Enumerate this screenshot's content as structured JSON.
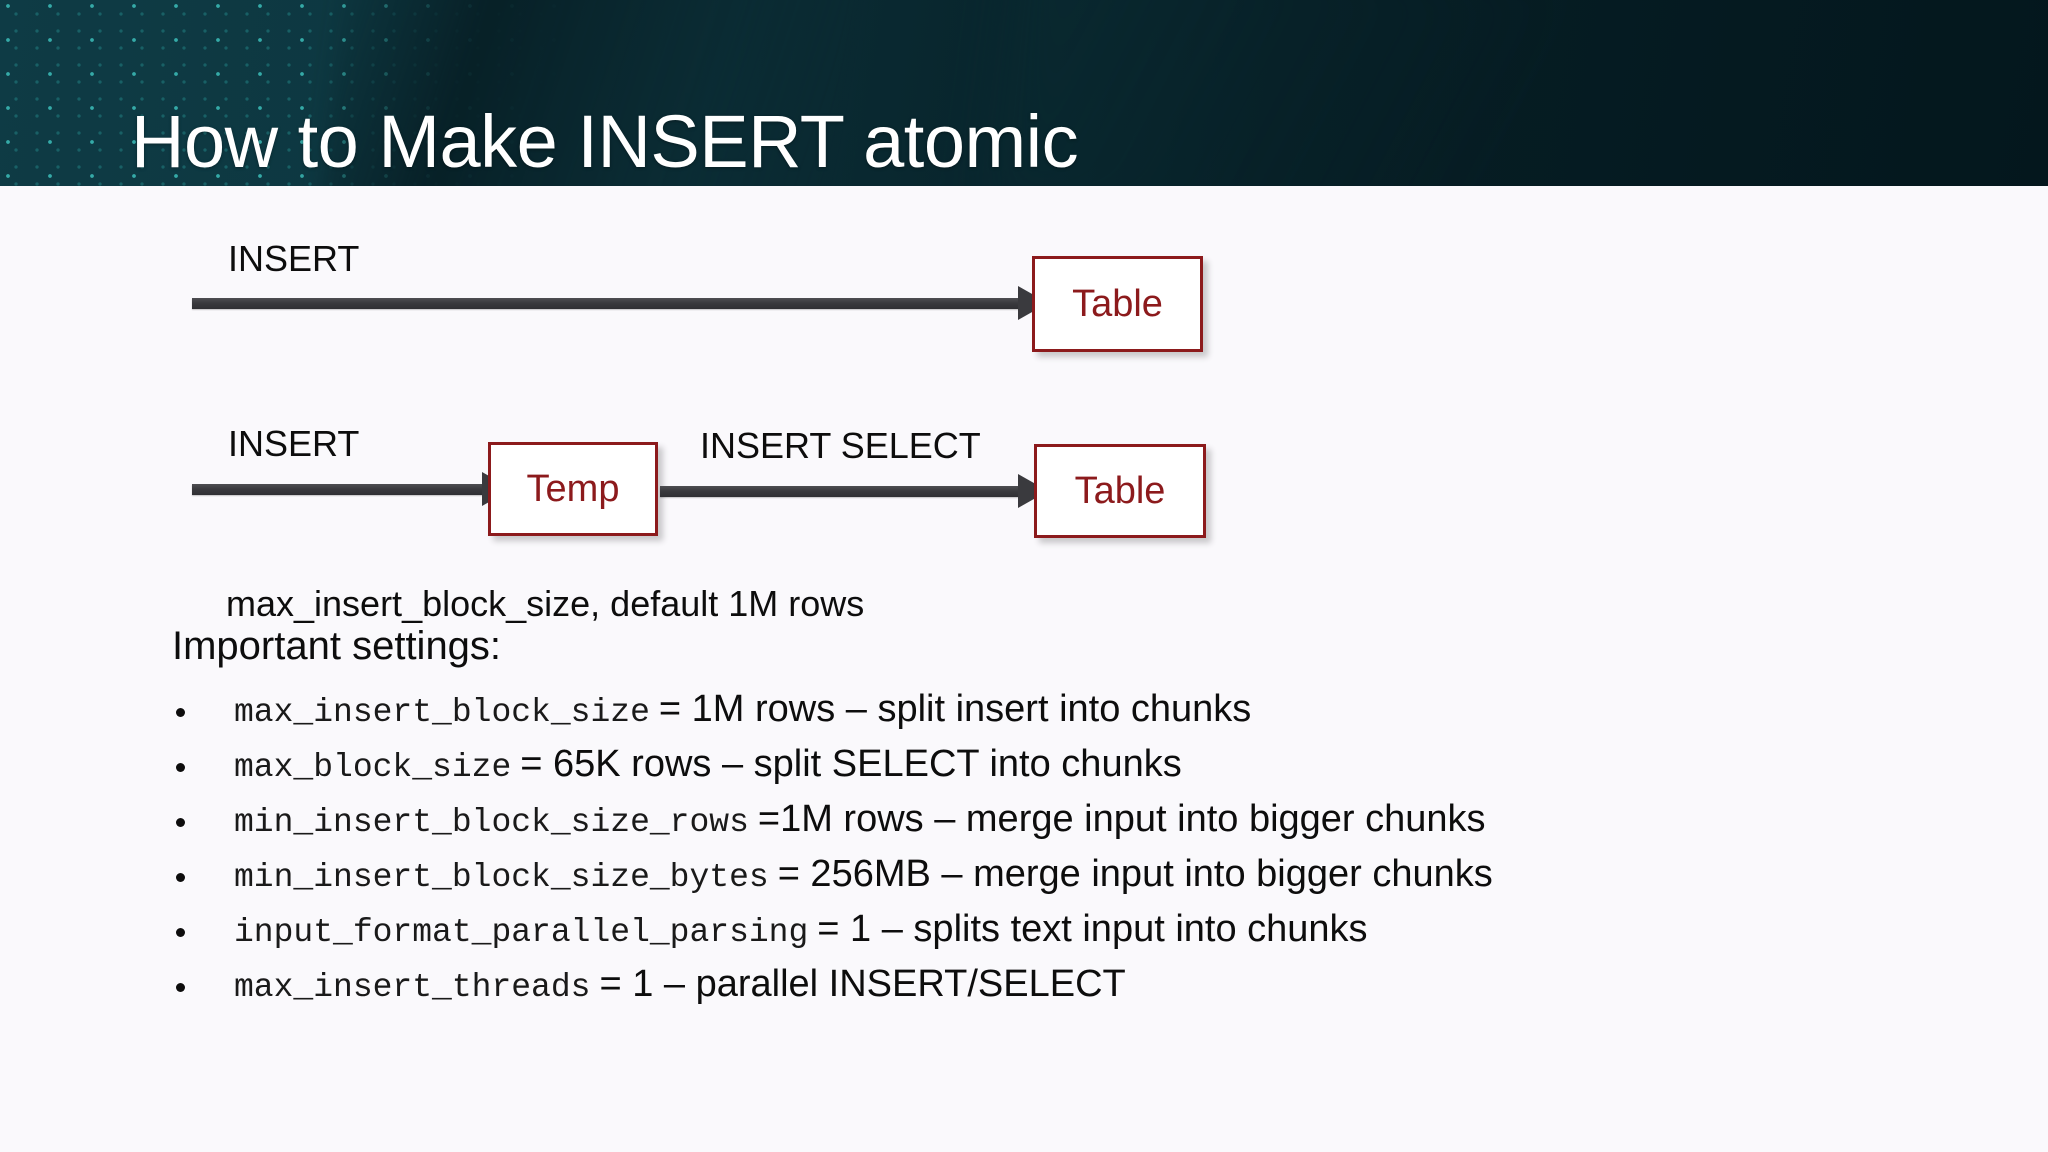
{
  "slide": {
    "title": "How to Make INSERT atomic",
    "background_color": "#faf9fc",
    "header_color": "#0a2b33",
    "accent_color": "#8c1a1c",
    "arrow_color": "#3a3a3e"
  },
  "diagram": {
    "row1": {
      "arrow_label": "INSERT",
      "caption": "max_insert_block_size, default 1M rows",
      "target_node": "Table"
    },
    "row2": {
      "arrow_label": "INSERT",
      "middle_node": "Temp",
      "arrow2_label": "INSERT SELECT",
      "target_node": "Table"
    }
  },
  "settings": {
    "heading": "Important settings:",
    "items": [
      {
        "name": "max_insert_block_size",
        "desc": "= 1M rows – split insert into chunks"
      },
      {
        "name": "max_block_size",
        "desc": "= 65K rows – split SELECT into chunks"
      },
      {
        "name": "min_insert_block_size_rows",
        "desc": "=1M rows – merge input into bigger chunks"
      },
      {
        "name": "min_insert_block_size_bytes",
        "desc": "= 256MB – merge input into bigger chunks"
      },
      {
        "name": "input_format_parallel_parsing",
        "desc": "= 1 – splits text input into chunks"
      },
      {
        "name": "max_insert_threads",
        "desc": "= 1 – parallel INSERT/SELECT"
      }
    ]
  }
}
